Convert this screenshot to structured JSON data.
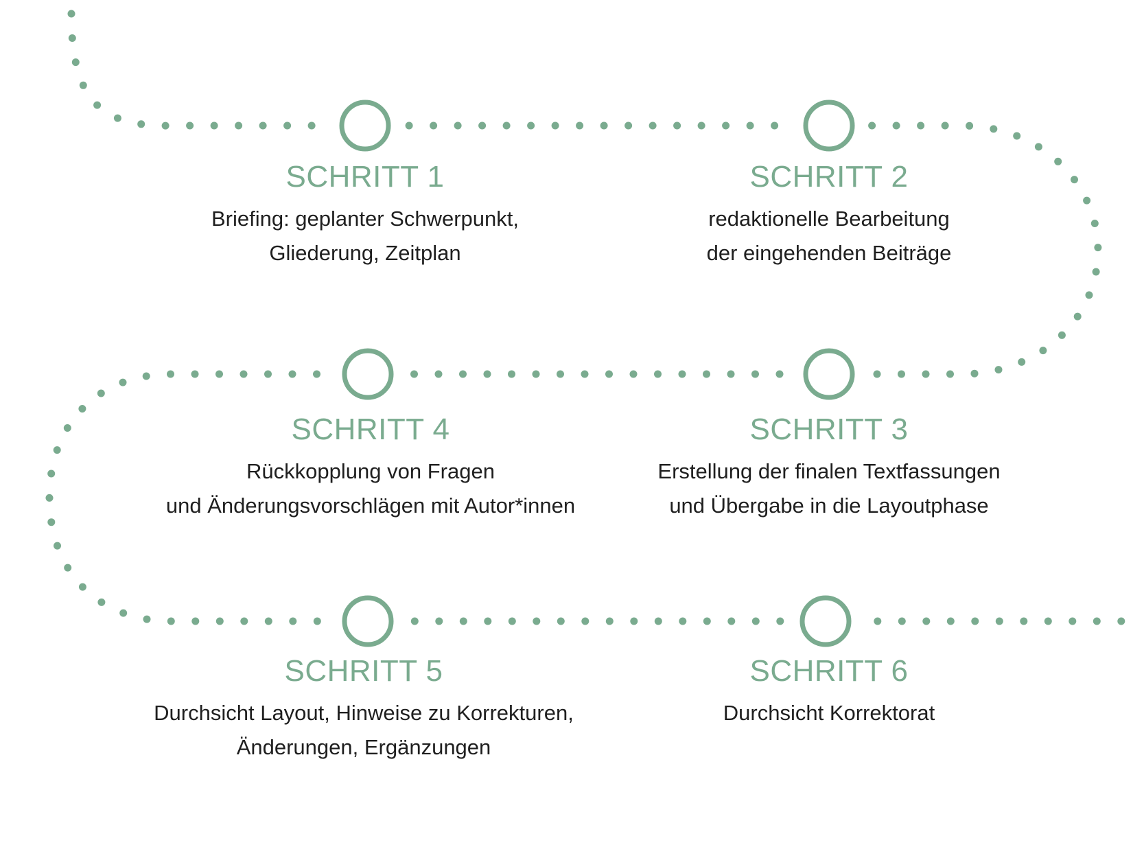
{
  "colors": {
    "accent": "#7aab8f",
    "text": "#1f1f1f",
    "background": "#ffffff"
  },
  "steps": [
    {
      "title": "SCHRITT 1",
      "lines": [
        "Briefing: geplanter Schwerpunkt,",
        "Gliederung, Zeitplan"
      ]
    },
    {
      "title": "SCHRITT 2",
      "lines": [
        "redaktionelle Bearbeitung",
        "der eingehenden Beiträge"
      ]
    },
    {
      "title": "SCHRITT 3",
      "lines": [
        "Erstellung der finalen Textfassungen",
        "und Übergabe in die Layoutphase"
      ]
    },
    {
      "title": "SCHRITT 4",
      "lines": [
        "Rückkopplung von Fragen",
        "und Änderungsvorschlägen mit Autor*innen"
      ]
    },
    {
      "title": "SCHRITT 5",
      "lines": [
        "Durchsicht Layout, Hinweise zu Korrekturen,",
        "Änderungen, Ergänzungen"
      ]
    },
    {
      "title": "SCHRITT 6",
      "lines": [
        "Durchsicht Korrektorat"
      ]
    }
  ]
}
